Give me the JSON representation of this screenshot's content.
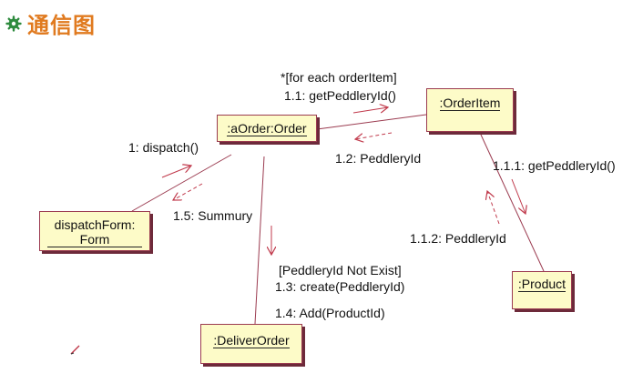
{
  "title": "通信图",
  "objects": {
    "order": ":aOrder:Order",
    "order_item": ":OrderItem",
    "dispatch_form_line1": "dispatchForm:",
    "dispatch_form_line2": "Form",
    "product": ":Product",
    "deliver_order": ":DeliverOrder"
  },
  "messages": {
    "for_each": "*[for each orderItem]",
    "get_peddlery_id": "1.1: getPeddleryId()",
    "return_peddlery_id": "1.2: PeddleryId",
    "dispatch": "1: dispatch()",
    "summury": "1.5: Summury",
    "get_peddlery_id_product": "1.1.1: getPeddleryId()",
    "return_peddlery_id_product": "1.1.2: PeddleryId",
    "condition": "[PeddleryId Not Exist]",
    "create": "1.3: create(PeddleryId)",
    "add": "1.4: Add(ProductId)"
  },
  "colors": {
    "title": "#e07a1f",
    "object_fill": "#fdfbc8",
    "object_border": "#9b3b50",
    "link_line": "#9b3b50",
    "arrow": "#c0394b"
  },
  "icons": {
    "title_bullet": "green-gear-bullet-icon",
    "cursor": "pen-cursor-icon"
  }
}
